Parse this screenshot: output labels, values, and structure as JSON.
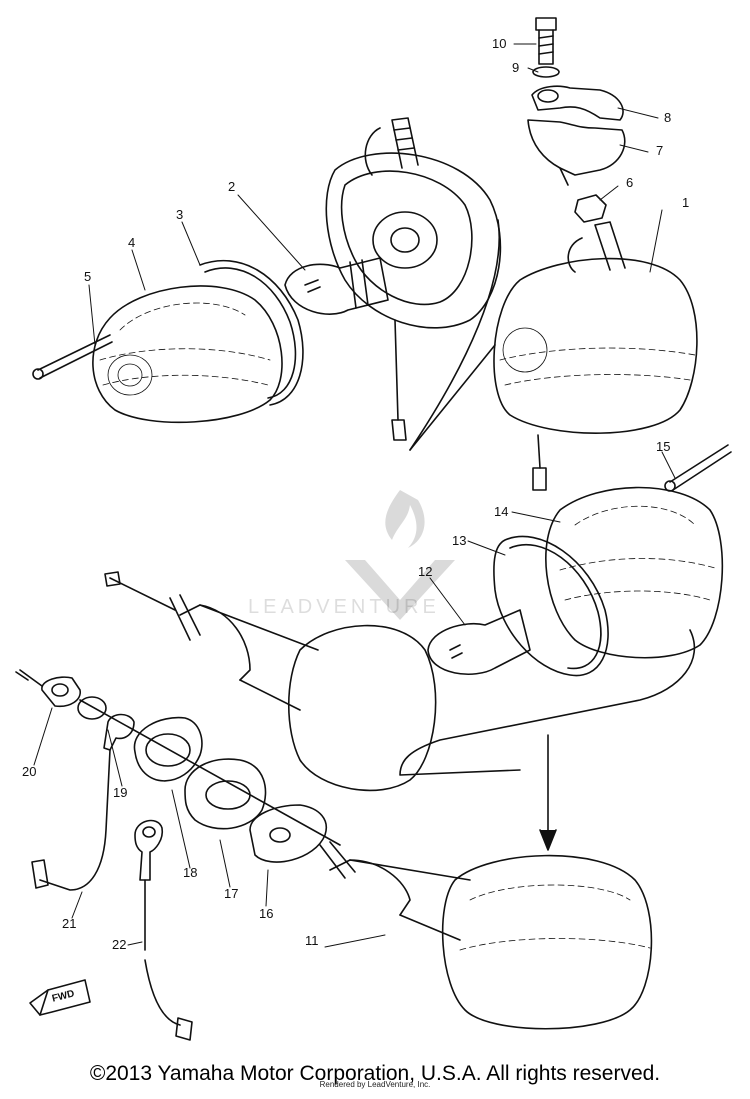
{
  "callouts": [
    {
      "id": "1",
      "text": "1"
    },
    {
      "id": "2",
      "text": "2"
    },
    {
      "id": "3",
      "text": "3"
    },
    {
      "id": "4",
      "text": "4"
    },
    {
      "id": "5",
      "text": "5"
    },
    {
      "id": "6",
      "text": "6"
    },
    {
      "id": "7",
      "text": "7"
    },
    {
      "id": "8",
      "text": "8"
    },
    {
      "id": "9",
      "text": "9"
    },
    {
      "id": "10",
      "text": "10"
    },
    {
      "id": "11",
      "text": "11"
    },
    {
      "id": "12",
      "text": "12"
    },
    {
      "id": "13",
      "text": "13"
    },
    {
      "id": "14",
      "text": "14"
    },
    {
      "id": "15",
      "text": "15"
    },
    {
      "id": "16",
      "text": "16"
    },
    {
      "id": "17",
      "text": "17"
    },
    {
      "id": "18",
      "text": "18"
    },
    {
      "id": "19",
      "text": "19"
    },
    {
      "id": "20",
      "text": "20"
    },
    {
      "id": "21",
      "text": "21"
    },
    {
      "id": "22",
      "text": "22"
    }
  ],
  "fwd_label": "FWD",
  "watermark_text": "LEADVENTURE",
  "copyright": "©2013 Yamaha Motor Corporation, U.S.A. All rights reserved.",
  "rendered_by": "Rendered by LeadVenture, Inc."
}
